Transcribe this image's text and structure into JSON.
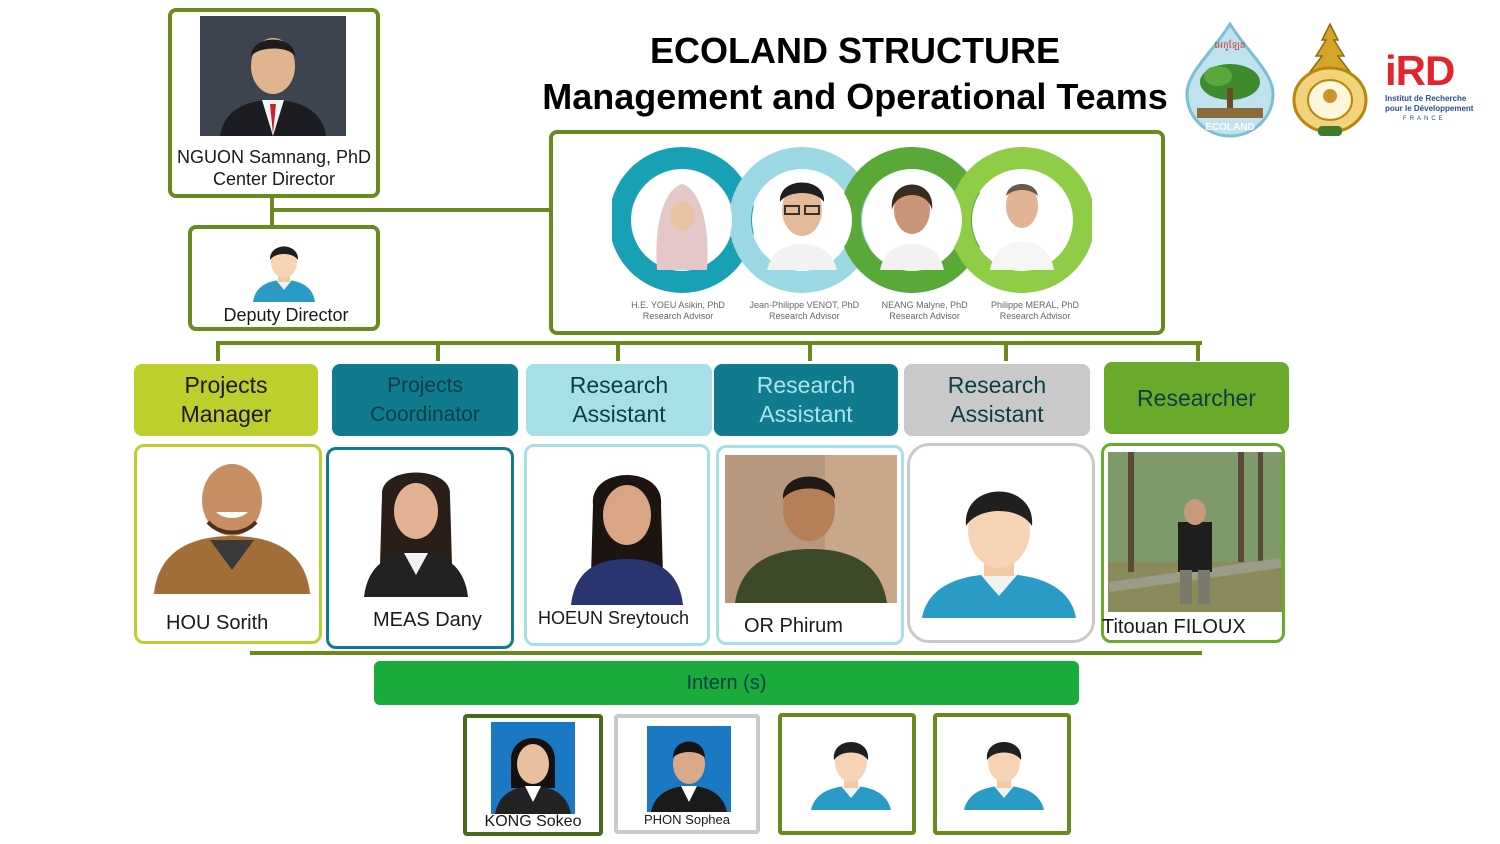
{
  "title": {
    "line1": "ECOLAND STRUCTURE",
    "line2": "Management and Operational Teams"
  },
  "director": {
    "name": "NGUON Samnang, PhD",
    "role": "Center Director"
  },
  "deputy": {
    "role": "Deputy Director"
  },
  "advisors": [
    {
      "name": "H.E. YOEU Asikin, PhD",
      "role": "Research Advisor"
    },
    {
      "name": "Jean-Philippe VENOT, PhD",
      "role": "Research Advisor"
    },
    {
      "name": "NEANG Malyne, PhD",
      "role": "Research Advisor"
    },
    {
      "name": "Philippe MERAL, PhD",
      "role": "Research Advisor"
    }
  ],
  "logos": {
    "ecoland": "ECOLAND",
    "ecoland_khmer": "អេកូឡែន",
    "ird_mark": "iRD",
    "ird_line1": "Institut de Recherche",
    "ird_line2": "pour le Développement",
    "ird_line3": "FRANCE"
  },
  "team": [
    {
      "role": "Projects Manager",
      "name": "HOU Sorith",
      "head_color": "#bccf2c",
      "text_color": "#1a1a1a"
    },
    {
      "role": "Projects Coordinator",
      "name": "MEAS Dany",
      "head_color": "#0f7b8c",
      "text_color": "#0b3d47"
    },
    {
      "role": "Research Assistant",
      "name": "HOEUN Sreytouch",
      "head_color": "#a6dfe6",
      "text_color": "#0b3d47"
    },
    {
      "role": "Research Assistant",
      "name": "OR Phirum",
      "head_color": "#0f7b8c",
      "text_color": "#a8e4ec"
    },
    {
      "role": "Research Assistant",
      "name": "",
      "head_color": "#c9c9c9",
      "text_color": "#0b3d47"
    },
    {
      "role": "Researcher",
      "name": "Titouan FILOUX",
      "head_color": "#6aaa2a",
      "text_color": "#0b3d47"
    }
  ],
  "interns": {
    "label": "Intern (s)",
    "members": [
      {
        "name": "KONG Sokeo"
      },
      {
        "name": "PHON Sophea"
      },
      {
        "name": ""
      },
      {
        "name": ""
      }
    ]
  }
}
